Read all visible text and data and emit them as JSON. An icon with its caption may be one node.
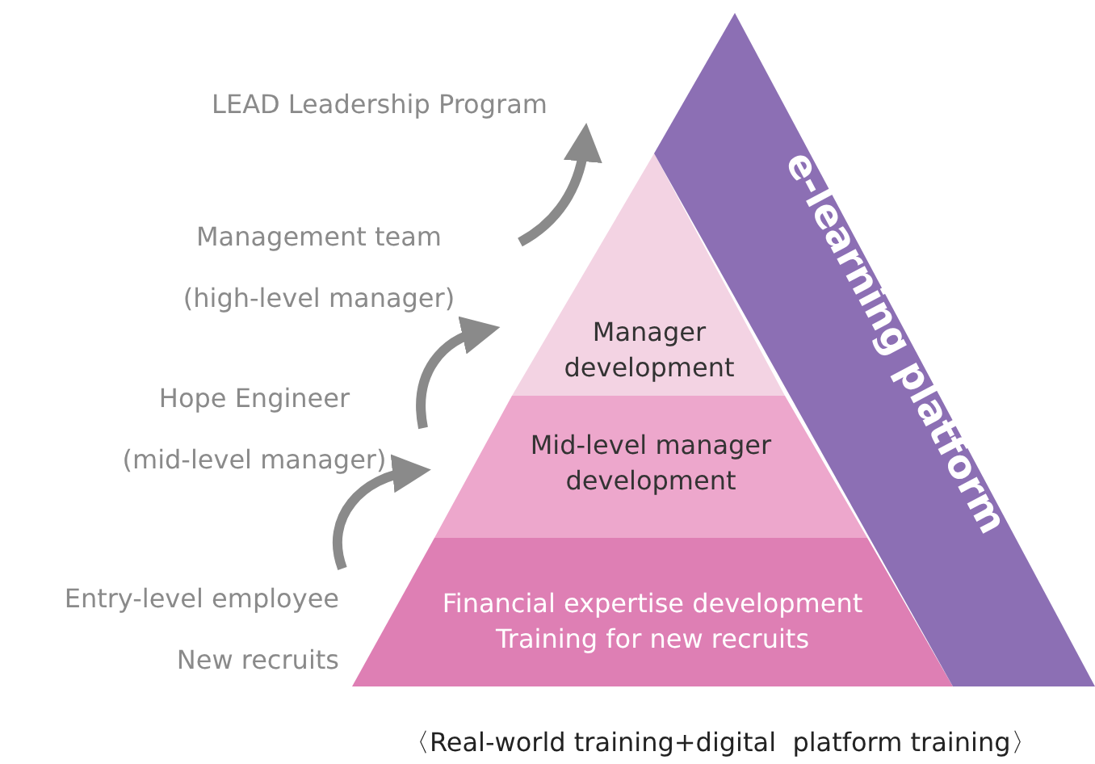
{
  "diagram": {
    "caption": "〈Real-world training+digital  platform training〉",
    "nodes": [
      {
        "text": [
          "Manager development"
        ]
      },
      {
        "text": [
          "Mid-level manager development"
        ]
      },
      {
        "text": [
          "Financial expertise development",
          "Training for new recruits"
        ]
      },
      {
        "text": [
          "e-learning platform"
        ]
      },
      {
        "text": [
          "Entry-level employee",
          "New recruits"
        ]
      },
      {
        "text": [
          "Hope Engineer",
          "(mid-level manager)"
        ]
      },
      {
        "text": [
          "Management team",
          "(high-level manager)"
        ]
      },
      {
        "text": [
          "LEAD Leadership Program"
        ]
      }
    ],
    "edges": [
      {
        "from": 4,
        "to": 5,
        "arrow": "to"
      },
      {
        "from": 5,
        "to": 6,
        "arrow": "to"
      },
      {
        "from": 6,
        "to": 7,
        "arrow": "to"
      }
    ]
  }
}
